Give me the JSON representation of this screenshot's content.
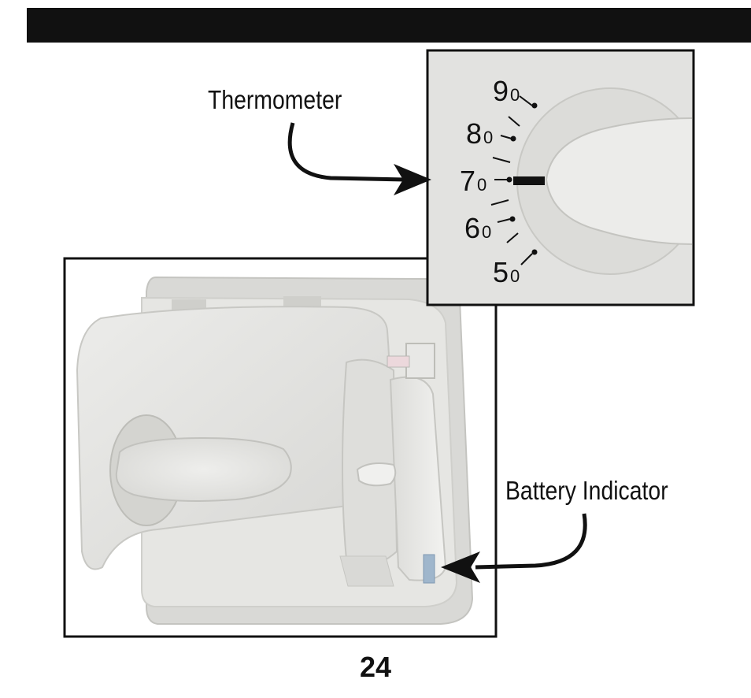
{
  "labels": {
    "thermometer": "Thermometer",
    "battery_indicator": "Battery Indicator"
  },
  "dial_marks": [
    {
      "tens": "9",
      "units": "0"
    },
    {
      "tens": "8",
      "units": "0"
    },
    {
      "tens": "7",
      "units": "0"
    },
    {
      "tens": "6",
      "units": "0"
    },
    {
      "tens": "5",
      "units": "0"
    }
  ],
  "page_number": "24",
  "colors": {
    "header_bar": "#111111",
    "device_body": "#e4e4e2",
    "battery_window": "#9fb6cc",
    "indicator_needle": "#111111"
  }
}
